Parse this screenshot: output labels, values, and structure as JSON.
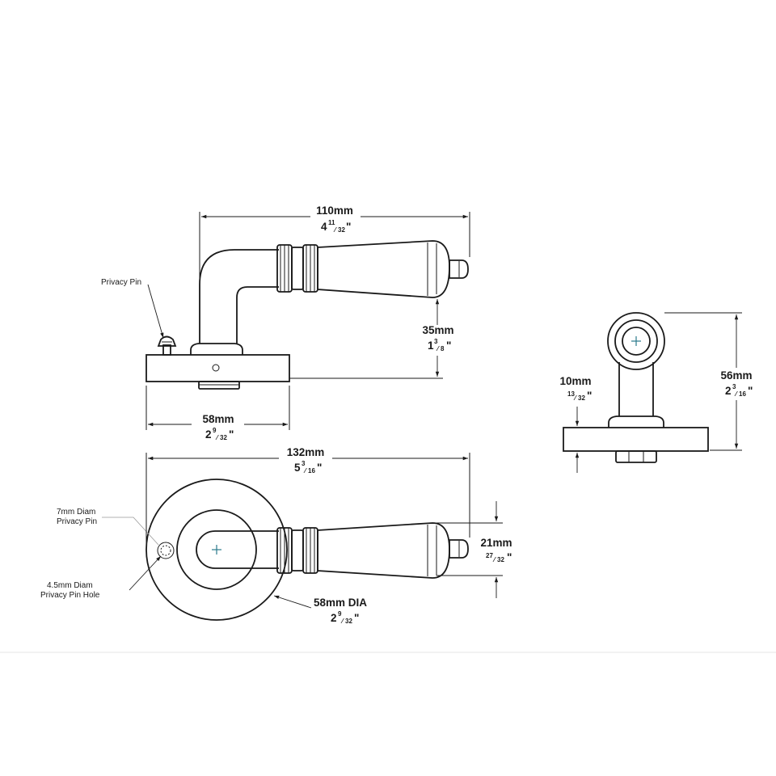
{
  "dimensions": {
    "top_width": {
      "metric": "110mm",
      "whole": "4",
      "num": "11",
      "den": "32",
      "inch": "\""
    },
    "top_height": {
      "metric": "35mm",
      "whole": "1",
      "num": "3",
      "den": "8",
      "inch": "\""
    },
    "top_base": {
      "metric": "58mm",
      "whole": "2",
      "num": "9",
      "den": "32",
      "inch": "\""
    },
    "plan_length": {
      "metric": "132mm",
      "whole": "5",
      "num": "3",
      "den": "16",
      "inch": "\""
    },
    "lever_width": {
      "metric": "21mm",
      "num": "27",
      "den": "32",
      "inch": "\""
    },
    "rose_dia": {
      "metric": "58mm DIA",
      "whole": "2",
      "num": "9",
      "den": "32",
      "inch": "\""
    },
    "side_thick": {
      "metric": "10mm",
      "num": "13",
      "den": "32",
      "inch": "\""
    },
    "side_height": {
      "metric": "56mm",
      "whole": "2",
      "num": "3",
      "den": "16",
      "inch": "\""
    }
  },
  "callouts": {
    "privacy_pin": "Privacy Pin",
    "pin_diam_1": "7mm Diam",
    "pin_diam_2": "Privacy Pin",
    "pin_hole_1": "4.5mm Diam",
    "pin_hole_2": "Privacy Pin Hole"
  },
  "colors": {
    "line": "#1a1a1a",
    "center_mark": "#2a7a8c",
    "leader": "#999999"
  }
}
